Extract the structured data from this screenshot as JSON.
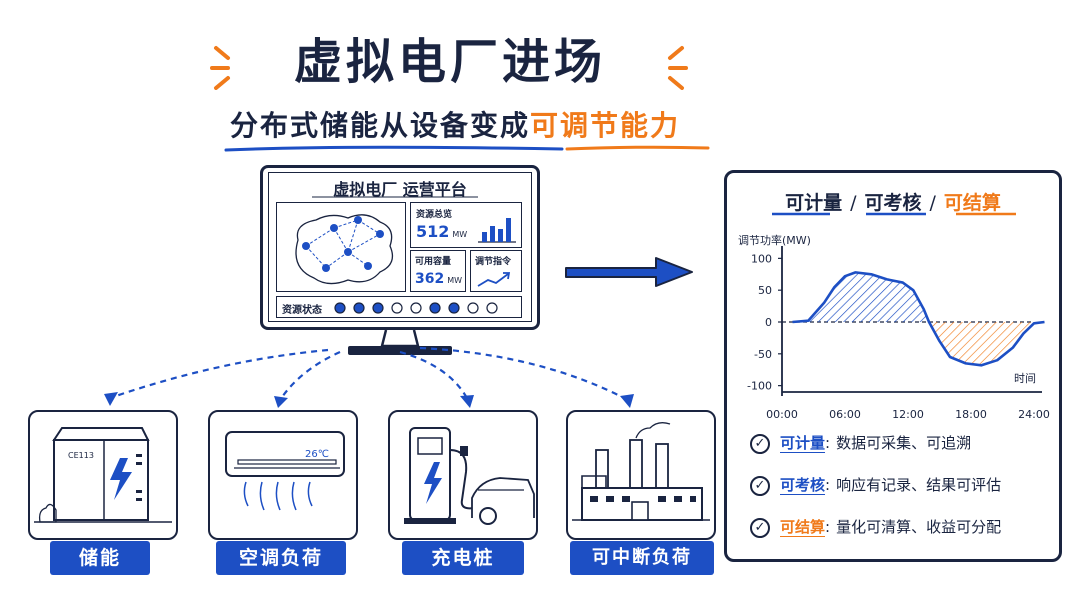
{
  "header": {
    "title": "虚拟电厂进场",
    "subtitle_main": "分布式储能从设备变成",
    "subtitle_highlight": "可调节能力"
  },
  "monitor": {
    "title": "虚拟电厂 运营平台",
    "total_label": "资源总览",
    "total_value": "512",
    "total_unit": "MW",
    "available_label": "可用容量",
    "available_value": "362",
    "available_unit": "MW",
    "dispatch_label": "调节指令",
    "status_label": "资源状态",
    "status_dots": [
      true,
      true,
      true,
      false,
      false,
      true,
      true,
      false,
      false
    ]
  },
  "devices": [
    {
      "label": "储能",
      "icon": "energy-storage-cabinet-icon"
    },
    {
      "label": "空调负荷",
      "icon": "air-conditioner-icon",
      "temp": "26℃"
    },
    {
      "label": "充电桩",
      "icon": "ev-charger-icon"
    },
    {
      "label": "可中断负荷",
      "icon": "factory-icon"
    }
  ],
  "storage_text": "CE113",
  "panel": {
    "head_1": "可计量",
    "head_2": "可考核",
    "head_3": "可结算",
    "sep": "/",
    "checks": [
      {
        "key": "可计量",
        "colon": ":",
        "text": "数据可采集、可追溯"
      },
      {
        "key": "可考核",
        "colon": ":",
        "text": "响应有记录、结果可评估"
      },
      {
        "key": "可结算",
        "colon": ":",
        "text": "量化可清算、收益可分配"
      }
    ]
  },
  "chart_data": {
    "type": "area",
    "ylabel": "调节功率(MW)",
    "xlabel": "时间",
    "x_ticks": [
      "00:00",
      "06:00",
      "12:00",
      "18:00",
      "24:00"
    ],
    "y_ticks": [
      100,
      50,
      0,
      -50,
      -100
    ],
    "ylim": [
      -110,
      110
    ],
    "xlim": [
      0,
      24
    ],
    "series": [
      {
        "points": [
          [
            1,
            0
          ],
          [
            2.5,
            2
          ],
          [
            4,
            30
          ],
          [
            5,
            55
          ],
          [
            6,
            72
          ],
          [
            7,
            78
          ],
          [
            8.5,
            75
          ],
          [
            10,
            67
          ],
          [
            11.5,
            62
          ],
          [
            12.5,
            50
          ],
          [
            13.5,
            20
          ],
          [
            14,
            0
          ],
          [
            15,
            -30
          ],
          [
            16,
            -55
          ],
          [
            17.5,
            -65
          ],
          [
            19,
            -68
          ],
          [
            20.5,
            -60
          ],
          [
            22,
            -40
          ],
          [
            23,
            -18
          ],
          [
            24,
            -2
          ],
          [
            25,
            0
          ]
        ]
      }
    ],
    "colors": {
      "positive": "#1d4fc4",
      "negative": "#f07a1a"
    }
  },
  "colors": {
    "accent_blue": "#1d4fc4",
    "accent_orange": "#f07a1a",
    "ink": "#1a2440"
  }
}
